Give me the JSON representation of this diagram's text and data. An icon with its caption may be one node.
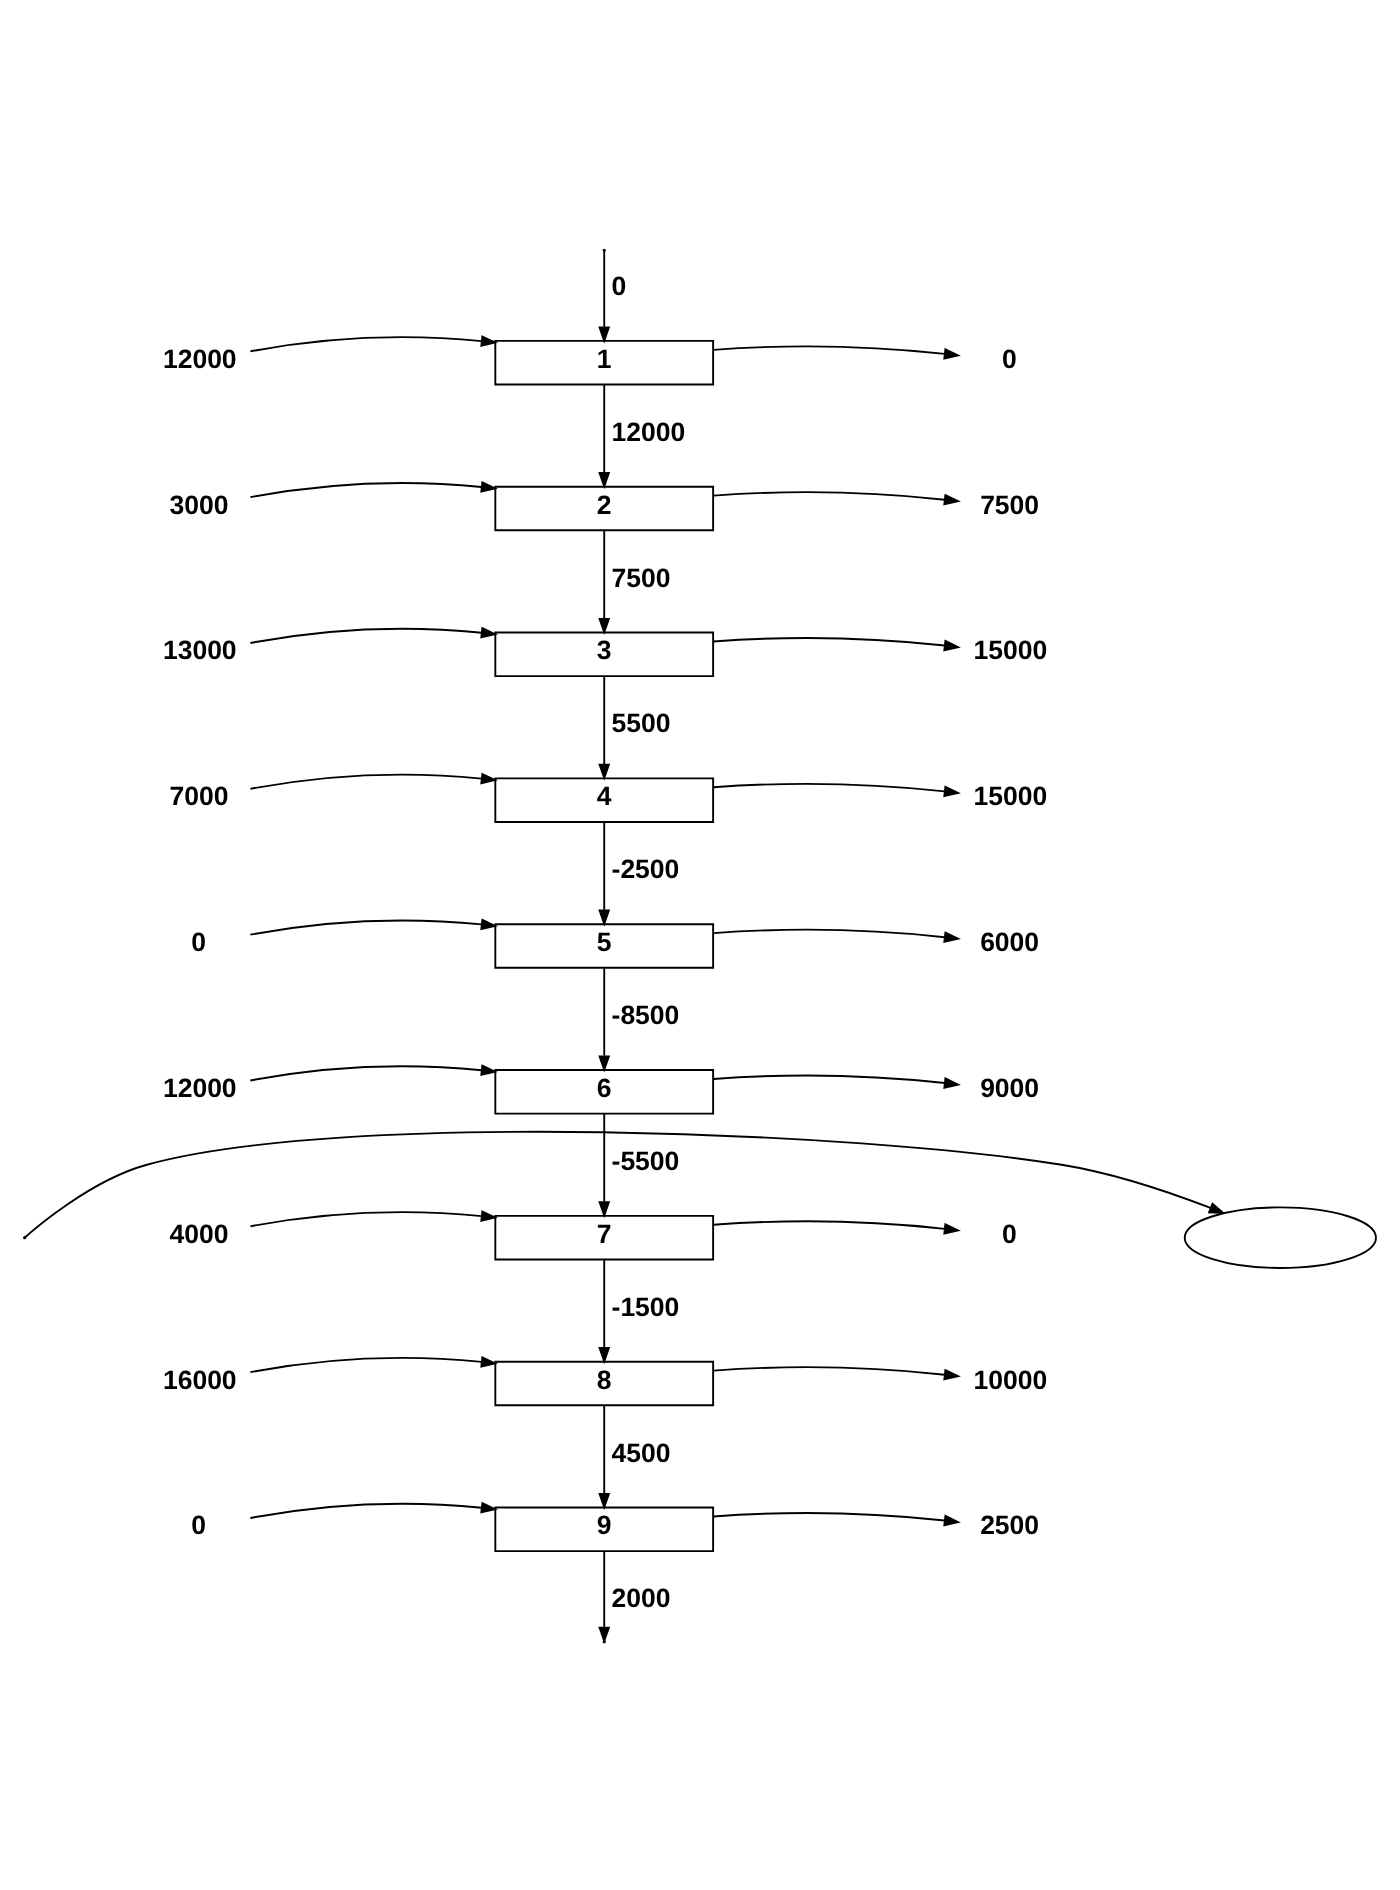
{
  "diagram": {
    "nodes": [
      {
        "text": [
          "12000"
        ]
      },
      {
        "text": [
          "1"
        ]
      },
      {
        "text": [
          "0"
        ]
      },
      {
        "text": [
          "3000"
        ]
      },
      {
        "text": [
          "2"
        ]
      },
      {
        "text": [
          "7500"
        ]
      },
      {
        "text": [
          "13000"
        ]
      },
      {
        "text": [
          "3"
        ]
      },
      {
        "text": [
          "15000"
        ]
      },
      {
        "text": [
          "7000"
        ]
      },
      {
        "text": [
          "4"
        ]
      },
      {
        "text": [
          "15000"
        ]
      },
      {
        "text": [
          "0"
        ]
      },
      {
        "text": [
          "5"
        ]
      },
      {
        "text": [
          "6000"
        ]
      },
      {
        "text": [
          "12000"
        ]
      },
      {
        "text": [
          "6"
        ]
      },
      {
        "text": [
          "9000"
        ]
      },
      {
        "text": [
          "4000"
        ]
      },
      {
        "text": [
          "7"
        ]
      },
      {
        "text": [
          "0"
        ]
      },
      {
        "text": [
          "16000"
        ]
      },
      {
        "text": [
          "8"
        ]
      },
      {
        "text": [
          "10000"
        ]
      },
      {
        "text": [
          "0"
        ]
      },
      {
        "text": [
          "9"
        ]
      },
      {
        "text": [
          "2500"
        ]
      },
      {
        "text": [],
        "shape": "ellipse"
      }
    ],
    "edges": [
      {
        "from": null,
        "to": 1,
        "arrow": "to",
        "label": "0"
      },
      {
        "from": 0,
        "to": 1,
        "arrow": "to"
      },
      {
        "from": 1,
        "to": 2,
        "arrow": "to"
      },
      {
        "from": 1,
        "to": 4,
        "arrow": "to",
        "label": "12000"
      },
      {
        "from": 3,
        "to": 4,
        "arrow": "to"
      },
      {
        "from": 4,
        "to": 5,
        "arrow": "to"
      },
      {
        "from": 4,
        "to": 7,
        "arrow": "to",
        "label": "7500"
      },
      {
        "from": 6,
        "to": 7,
        "arrow": "to"
      },
      {
        "from": 7,
        "to": 8,
        "arrow": "to"
      },
      {
        "from": 7,
        "to": 10,
        "arrow": "to",
        "label": "5500"
      },
      {
        "from": 9,
        "to": 10,
        "arrow": "to"
      },
      {
        "from": 10,
        "to": 11,
        "arrow": "to"
      },
      {
        "from": 10,
        "to": 13,
        "arrow": "to",
        "label": "-2500"
      },
      {
        "from": 12,
        "to": 13,
        "arrow": "to"
      },
      {
        "from": 13,
        "to": 14,
        "arrow": "to"
      },
      {
        "from": 13,
        "to": 16,
        "arrow": "to",
        "label": "-8500"
      },
      {
        "from": null,
        "to": 27,
        "arrow": "to"
      },
      {
        "from": 15,
        "to": 16,
        "arrow": "to"
      },
      {
        "from": 16,
        "to": 17,
        "arrow": "to"
      },
      {
        "from": 16,
        "to": 19,
        "arrow": "to",
        "label": "-5500"
      },
      {
        "from": 18,
        "to": 19,
        "arrow": "to"
      },
      {
        "from": 19,
        "to": 20,
        "arrow": "to"
      },
      {
        "from": 19,
        "to": 22,
        "arrow": "to",
        "label": "-1500"
      },
      {
        "from": 21,
        "to": 22,
        "arrow": "to"
      },
      {
        "from": 22,
        "to": 23,
        "arrow": "to"
      },
      {
        "from": 22,
        "to": 25,
        "arrow": "to",
        "label": "4500"
      },
      {
        "from": 24,
        "to": 25,
        "arrow": "to"
      },
      {
        "from": 25,
        "to": 26,
        "arrow": "to"
      },
      {
        "from": 25,
        "to": null,
        "arrow": "to",
        "label": "2000"
      }
    ]
  }
}
